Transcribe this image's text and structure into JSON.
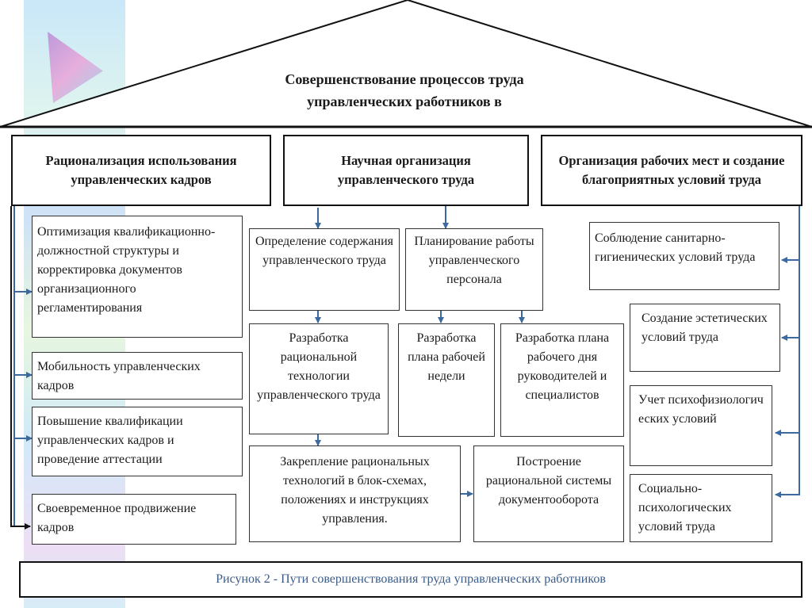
{
  "title_line1": "Совершенствование процессов труда",
  "title_line2": "управленческих работников в",
  "columns": {
    "left_header": "Рационализация использования управленческих кадров",
    "middle_header": "Научная организация управленческого труда",
    "right_header": "Организация рабочих мест и создание благоприятных условий труда"
  },
  "left_items": [
    "Оптимизация квалификационно-должностной структуры и корректировка документов организационного регламентирования",
    "Мобильность управленческих кадров",
    "Повышение квалификации управленческих кадров и проведение аттестации",
    "Своевременное продвижение кадров"
  ],
  "middle_items": {
    "definition": "Определение содержания управленческого труда",
    "planning": "Планирование работы управленческого персонала",
    "tech_dev": "Разработка рациональной технологии управленческого труда",
    "week_plan": "Разработка плана рабочей недели",
    "day_plan": "Разработка плана рабочего дня руководителей и специалистов",
    "fixing": "Закрепление рациональных технологий в блок-схемах, положениях и инструкциях управления.",
    "docflow": "Построение рациональной системы документооборота"
  },
  "right_items": [
    "Соблюдение санитарно-гигиенических условий труда",
    "Создание эстетических условий труда",
    "Учет психофизиологических условий",
    "Социально-психологических условий труда"
  ],
  "caption": "Рисунок 2 - Пути совершенствования труда  управленческих работников",
  "colors": {
    "arrow": "#3d6a9e",
    "border": "#333333",
    "caption_text": "#3a5c8a"
  }
}
